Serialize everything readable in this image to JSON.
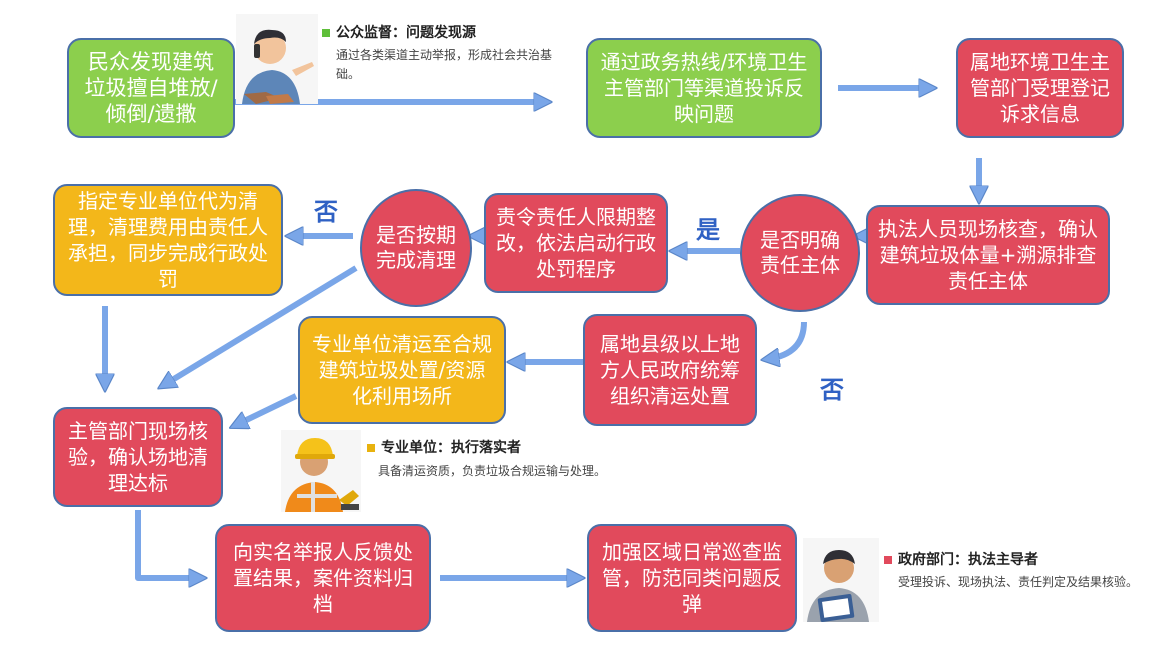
{
  "nodes": {
    "report": "民众发现建筑垃圾擅自堆放/倾倒/遗撒",
    "hotline": "通过政务热线/环境卫生主管部门等渠道投诉反映问题",
    "accept": "属地环境卫生主管部门受理登记诉求信息",
    "verify": "执法人员现场核查，确认建筑垃圾体量+溯源排查责任主体",
    "clear_subject_q": "是否明确责任主体",
    "order_rectify": "责令责任人限期整改，依法启动行政处罚程序",
    "on_time_q": "是否按期完成清理",
    "designate": "指定专业单位代为清理，清理费用由责任人承担，同步完成行政处罚",
    "gov_organize": "属地县级以上地方人民政府统筹组织清运处置",
    "pro_transport": "专业单位清运至合规建筑垃圾处置/资源化利用场所",
    "site_check": "主管部门现场核验，确认场地清理达标",
    "feedback": "向实名举报人反馈处置结果，案件资料归档",
    "patrol": "加强区域日常巡查监管，防范同类问题反弹"
  },
  "labels": {
    "no_top": "否",
    "yes": "是",
    "no_right": "否"
  },
  "legends": {
    "public": {
      "title": "公众监督：问题发现源",
      "desc": "通过各类渠道主动举报，形成社会共治基础。",
      "color": "#5fbf3a"
    },
    "unit": {
      "title": "专业单位：执行落实者",
      "desc": "具备清运资质，负责垃圾合规运输与处理。",
      "color": "#e8b20e"
    },
    "gov": {
      "title": "政府部门：执法主导者",
      "desc": "受理投诉、现场执法、责任判定及结果核验。",
      "color": "#e14a5c"
    }
  },
  "colors": {
    "green": "#8ccf4d",
    "red": "#e14a5c",
    "orange": "#f3b71a",
    "arrow": "#7aa6e8"
  }
}
